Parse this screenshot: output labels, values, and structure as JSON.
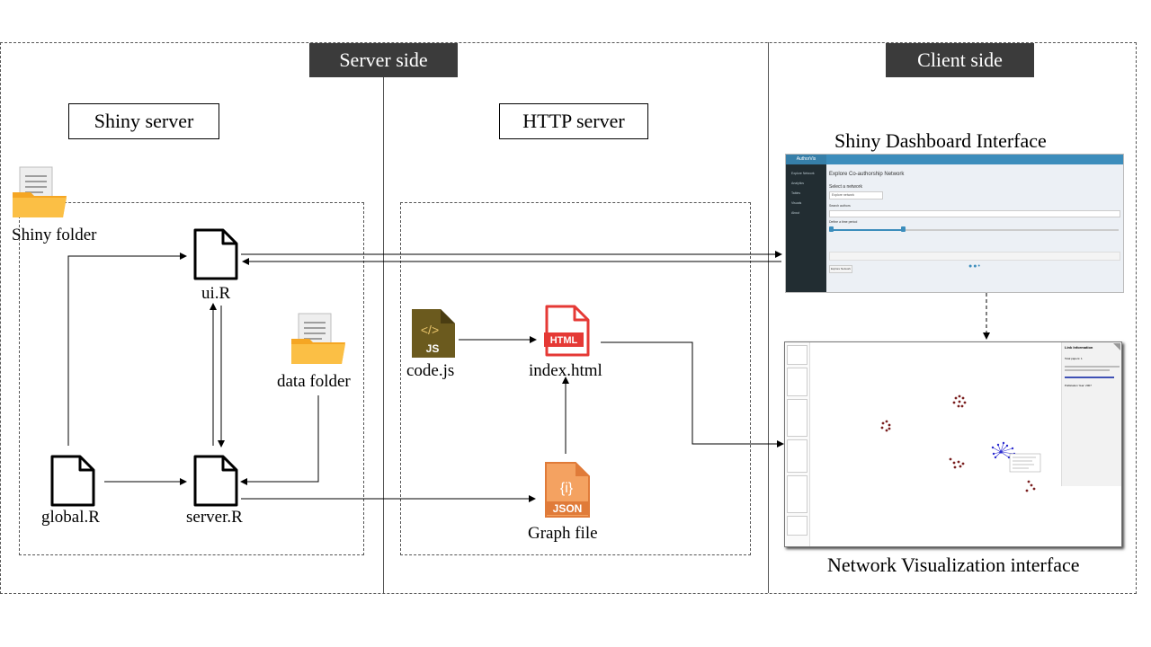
{
  "sections": {
    "server_side": "Server side",
    "client_side": "Client side"
  },
  "servers": {
    "shiny_server": "Shiny server",
    "http_server": "HTTP server"
  },
  "files": {
    "shiny_folder": "Shiny  folder",
    "ui": "ui.R",
    "data_folder": "data  folder",
    "global": "global.R",
    "server": "server.R",
    "code_js": "code.js",
    "index_html": "index.html",
    "graph_file": "Graph  file"
  },
  "icon_text": {
    "js": "JS",
    "html": "HTML",
    "json": "JSON",
    "json_braces": "{i}"
  },
  "client": {
    "dashboard_title": "Shiny Dashboard Interface",
    "network_title": "Network Visualization interface"
  },
  "dashboard": {
    "brand": "AuthorVis",
    "heading": "Explore Co-authorship Network",
    "select_label": "Select a network",
    "select_value": "Explore network",
    "search_label": "Search authors",
    "period_label": "Define a time period",
    "nav": [
      "Explore Network",
      "Analytics",
      "Tables",
      "Visuals",
      "About"
    ],
    "button": "Explore Network"
  },
  "network": {
    "panel_title": "Link Information",
    "total_papers": "Total papers: 1",
    "publication_year": "Publication Year: 2007"
  }
}
